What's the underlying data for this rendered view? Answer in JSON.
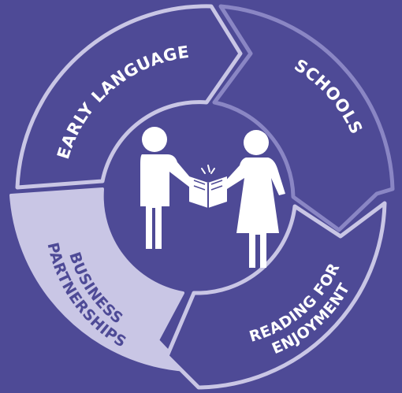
{
  "diagram": {
    "segments": [
      {
        "id": "early-language",
        "label": "EARLY LANGUAGE",
        "fill": "#4e4a96",
        "stroke": "#c9c6e5",
        "text_color": "#ffffff"
      },
      {
        "id": "schools",
        "label": "SCHOOLS",
        "fill": "#4e4a96",
        "stroke": "#8a86c4",
        "text_color": "#ffffff"
      },
      {
        "id": "reading-for-enjoyment",
        "label_line1": "READING FOR",
        "label_line2": "ENJOYMENT",
        "fill": "#4e4a96",
        "stroke": "#c9c6e5",
        "text_color": "#ffffff"
      },
      {
        "id": "business-partnerships",
        "label_line1": "BUSINESS",
        "label_line2": "PARTNERSHIPS",
        "fill": "#c9c6e5",
        "stroke": "#c9c6e5",
        "text_color": "#4e4a96"
      }
    ],
    "center_icon": "two-people-sharing-book-icon",
    "colors": {
      "background": "#4e4a96",
      "ring_light": "#c9c6e5",
      "ring_mid": "#8a86c4",
      "figures": "#ffffff"
    }
  }
}
